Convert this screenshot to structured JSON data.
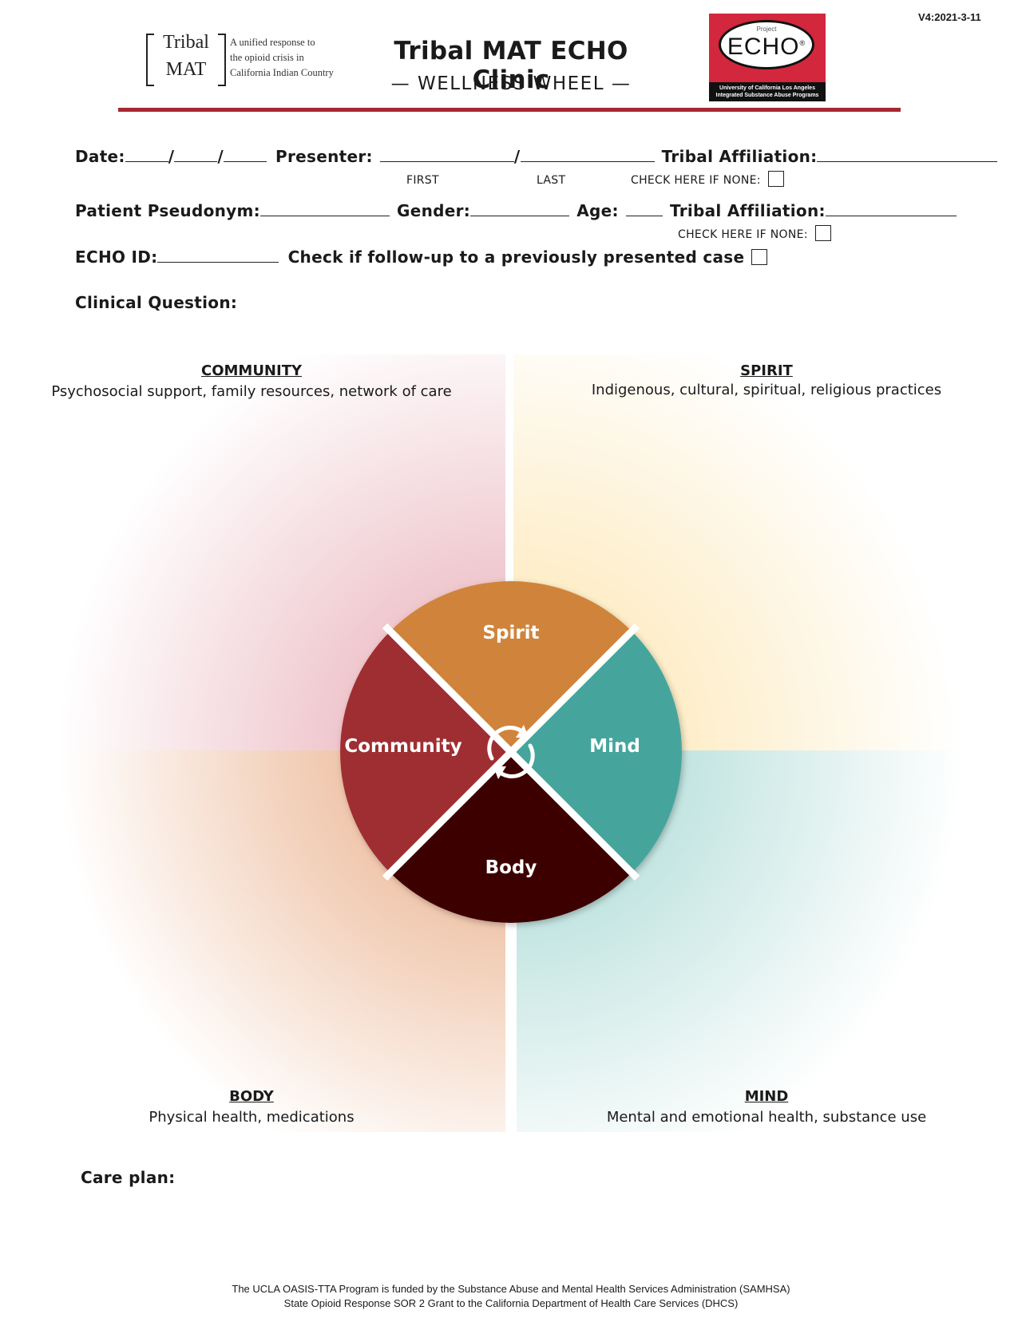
{
  "version": "V4:2021-3-11",
  "header": {
    "logo_line1": "Tribal",
    "logo_line2": "MAT",
    "logo_tagline": [
      "A unified response to",
      "the opioid crisis in",
      "California Indian Country"
    ],
    "title": "Tribal MAT ECHO Clinic",
    "subtitle": "— WELLNESS WHEEL —",
    "echo_badge": {
      "project": "Project",
      "word": "ECHO",
      "mark": "®",
      "org_line1": "University of California Los Angeles",
      "org_line2": "Integrated Substance Abuse Programs"
    }
  },
  "form": {
    "date_label": "Date:",
    "presenter_label": "Presenter:",
    "first_caption": "FIRST",
    "last_caption": "LAST",
    "tribal_affiliation_label": "Tribal Affiliation:",
    "check_none_label": "CHECK HERE IF NONE:",
    "patient_pseudonym_label": "Patient Pseudonym:",
    "gender_label": "Gender:",
    "age_label": "Age:",
    "echo_id_label": "ECHO ID:",
    "followup_label": "Check if follow-up to a previously presented case",
    "clinical_question_label": "Clinical Question:",
    "care_plan_label": "Care plan:",
    "separator": "/"
  },
  "quadrants": {
    "community": {
      "heading": "COMMUNITY",
      "description": "Psychosocial support, family resources, network of care",
      "color": "#e8b4bc"
    },
    "spirit": {
      "heading": "SPIRIT",
      "description": "Indigenous, cultural, spiritual, religious practices",
      "color": "#fde9b8"
    },
    "body": {
      "heading": "BODY",
      "description": "Physical health, medications",
      "color": "#eab898"
    },
    "mind": {
      "heading": "MIND",
      "description": "Mental and emotional health, substance use",
      "color": "#b5e0dc"
    }
  },
  "wheel": {
    "spirit": {
      "label": "Spirit",
      "color": "#d0843a"
    },
    "mind": {
      "label": "Mind",
      "color": "#45a59c"
    },
    "body": {
      "label": "Body",
      "color": "#3d0204"
    },
    "community": {
      "label": "Community",
      "color": "#9f2d31"
    },
    "cycle_icon": "refresh-cycle"
  },
  "footer": {
    "line1": "The UCLA OASIS-TTA Program is funded by the Substance Abuse and Mental Health Services Administration (SAMHSA)",
    "line2": "State Opioid Response SOR 2 Grant to the California Department of Health Care Services (DHCS)"
  }
}
